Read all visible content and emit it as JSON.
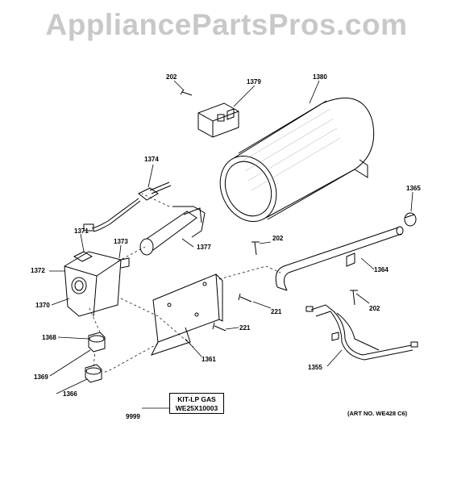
{
  "watermark": "AppliancePartsPros.com",
  "parts": {
    "p202a": "202",
    "p1379": "1379",
    "p1380": "1380",
    "p1374": "1374",
    "p1365": "1365",
    "p1371": "1371",
    "p1373": "1373",
    "p202b": "202",
    "p1377": "1377",
    "p1372": "1372",
    "p1364": "1364",
    "p1370": "1370",
    "p221a": "221",
    "p202c": "202",
    "p221b": "221",
    "p1368": "1368",
    "p1361": "1361",
    "p1369": "1369",
    "p1355": "1355",
    "p1366": "1366",
    "p9999": "9999"
  },
  "kit": {
    "line1": "KIT-LP GAS",
    "line2": "WE25X10003"
  },
  "art_number": "(ART NO. WE428 C6)"
}
